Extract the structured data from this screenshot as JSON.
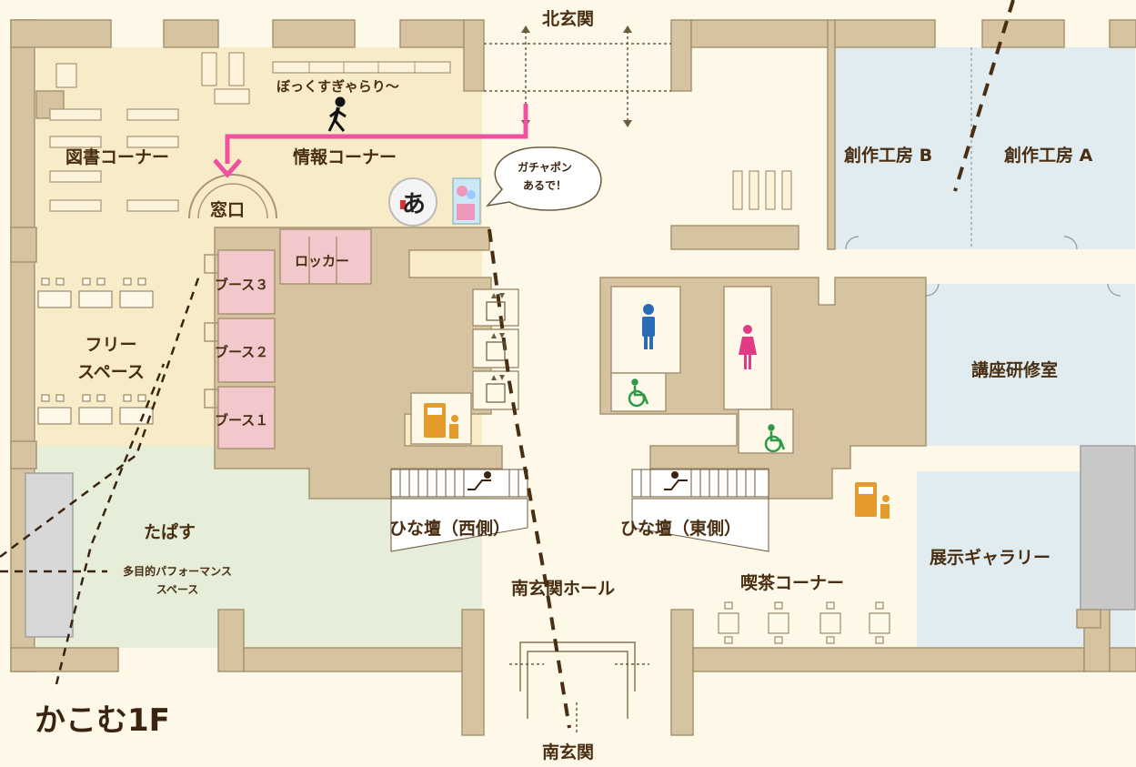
{
  "map_title": "かこむ1F",
  "colors": {
    "wall": "#d6c4a0",
    "wall_stroke": "#a89472",
    "background": "#fdf8e8",
    "library_area": "#f8ebc8",
    "tapasu_area": "#e6edd9",
    "blue_room": "#e0ecef",
    "booth": "#f2c8cc",
    "route": "#f050a0"
  },
  "labels": {
    "north_entrance": "北玄関",
    "south_entrance": "南玄関",
    "south_hall": "南玄関ホール",
    "book_gallery": "ぼっくすぎゃらり〜",
    "library_corner": "図書コーナー",
    "info_corner": "情報コーナー",
    "window_counter": "窓口",
    "locker": "ロッカー",
    "booth_3": "ブース３",
    "booth_2": "ブース２",
    "booth_1": "ブース１",
    "free_space": "フリー\nスペース",
    "tapasu": "たぱす",
    "tapasu_sub": "多目的パフォーマンス\nスペース",
    "hina_west": "ひな壇（西側）",
    "hina_east": "ひな壇（東側）",
    "studio_b": "創作工房 B",
    "studio_a": "創作工房 A",
    "lecture_room": "講座研修室",
    "exhibition": "展示ギャラリー",
    "cafe": "喫茶コーナー",
    "gacha_bubble": "ガチャポン\nあるで！",
    "logo_char": "あ"
  },
  "icons": [
    "walking-person-icon",
    "vending-machine-icon",
    "elevator-icon",
    "escalator-icon",
    "male-toilet-icon",
    "female-toilet-icon",
    "wheelchair-icon",
    "gachapon-machine-icon",
    "door-arrow-icon"
  ]
}
